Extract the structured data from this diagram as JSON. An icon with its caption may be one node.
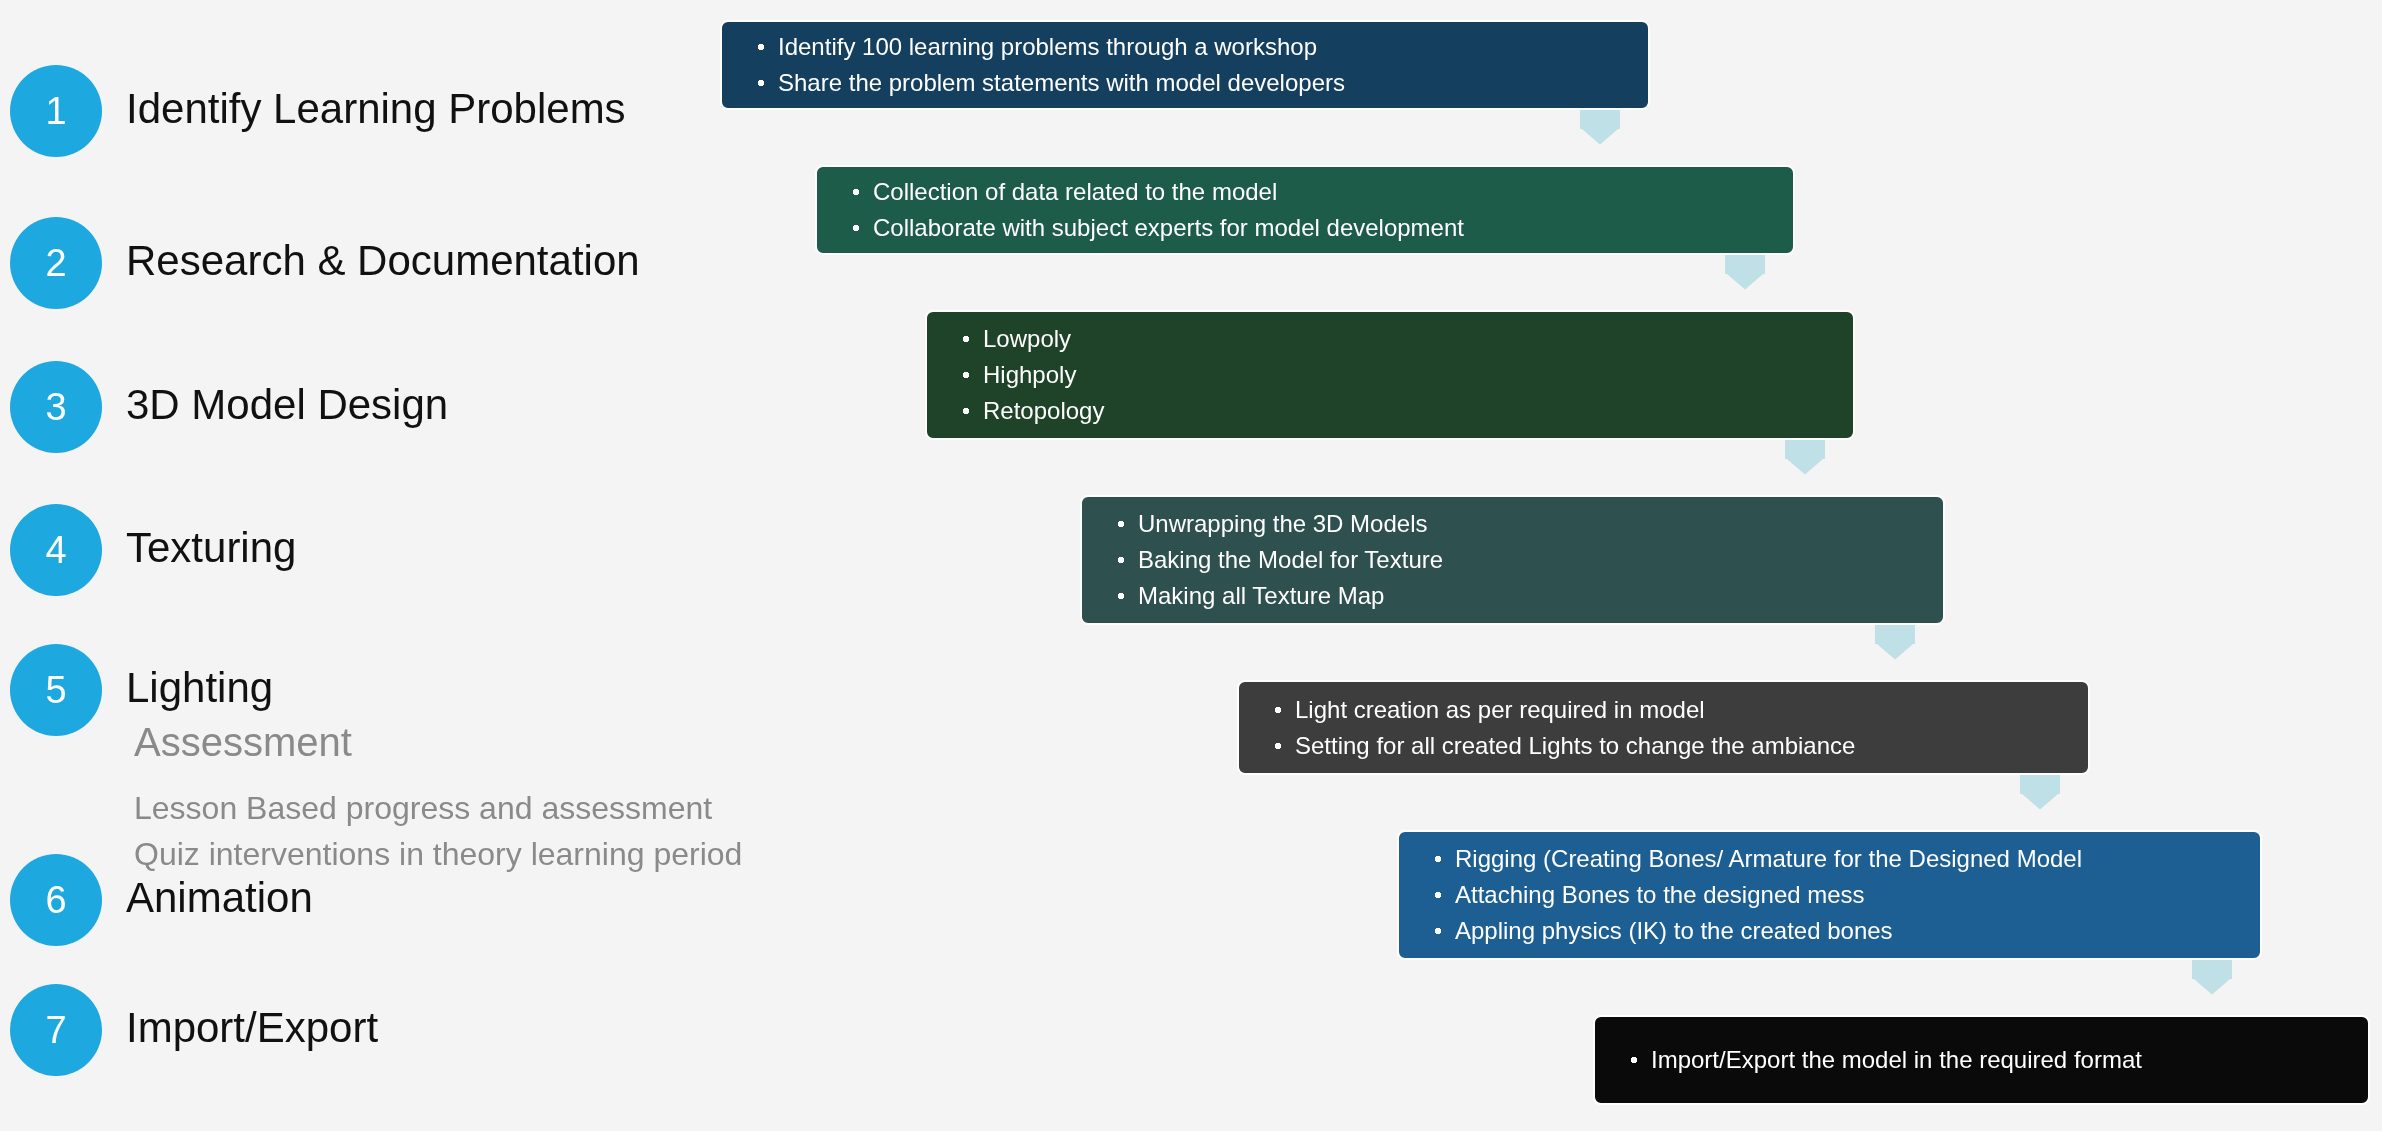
{
  "diagram": {
    "nodes": [
      {
        "text": [
          "1"
        ],
        "beside": [
          "Identify Learning Problems"
        ]
      },
      {
        "text": [
          "2"
        ],
        "beside": [
          "Research & Documentation"
        ]
      },
      {
        "text": [
          "3"
        ],
        "beside": [
          "3D Model Design"
        ]
      },
      {
        "text": [
          "4"
        ],
        "beside": [
          "Texturing"
        ]
      },
      {
        "text": [
          "5"
        ],
        "beside": [
          "Lighting"
        ]
      },
      {
        "text": [
          "6"
        ],
        "beside": [
          "Animation"
        ]
      },
      {
        "text": [
          "7"
        ],
        "beside": [
          "Import/Export"
        ]
      },
      {
        "text": [
          "Identify 100 learning problems through a workshop",
          "Share the problem statements with model developers"
        ]
      },
      {
        "text": [
          "Collection of data related to the model",
          "Collaborate with subject experts for model development"
        ]
      },
      {
        "text": [
          "Lowpoly",
          "Highpoly",
          "Retopology"
        ]
      },
      {
        "text": [
          "Unwrapping the 3D Models",
          "Baking the Model for Texture",
          "Making all Texture Map"
        ]
      },
      {
        "text": [
          "Light creation as per required in model",
          "Setting for all created Lights to change the ambiance"
        ]
      },
      {
        "text": [
          "Rigging (Creating Bones/ Armature for the Designed Model",
          "Attaching Bones to the designed mess",
          "Appling physics (IK) to the created bones"
        ]
      },
      {
        "text": [
          "Import/Export the model in the required format"
        ]
      }
    ],
    "edges": [
      {
        "from": 7,
        "to": 8,
        "arrow": "to"
      },
      {
        "from": 8,
        "to": 9,
        "arrow": "to"
      },
      {
        "from": 9,
        "to": 10,
        "arrow": "to"
      },
      {
        "from": 10,
        "to": 11,
        "arrow": "to"
      },
      {
        "from": 11,
        "to": 12,
        "arrow": "to"
      },
      {
        "from": 12,
        "to": 13,
        "arrow": "to"
      }
    ],
    "labels": [
      "Assessment",
      "Lesson Based progress and assessment",
      "Quiz interventions in theory learning period"
    ]
  }
}
